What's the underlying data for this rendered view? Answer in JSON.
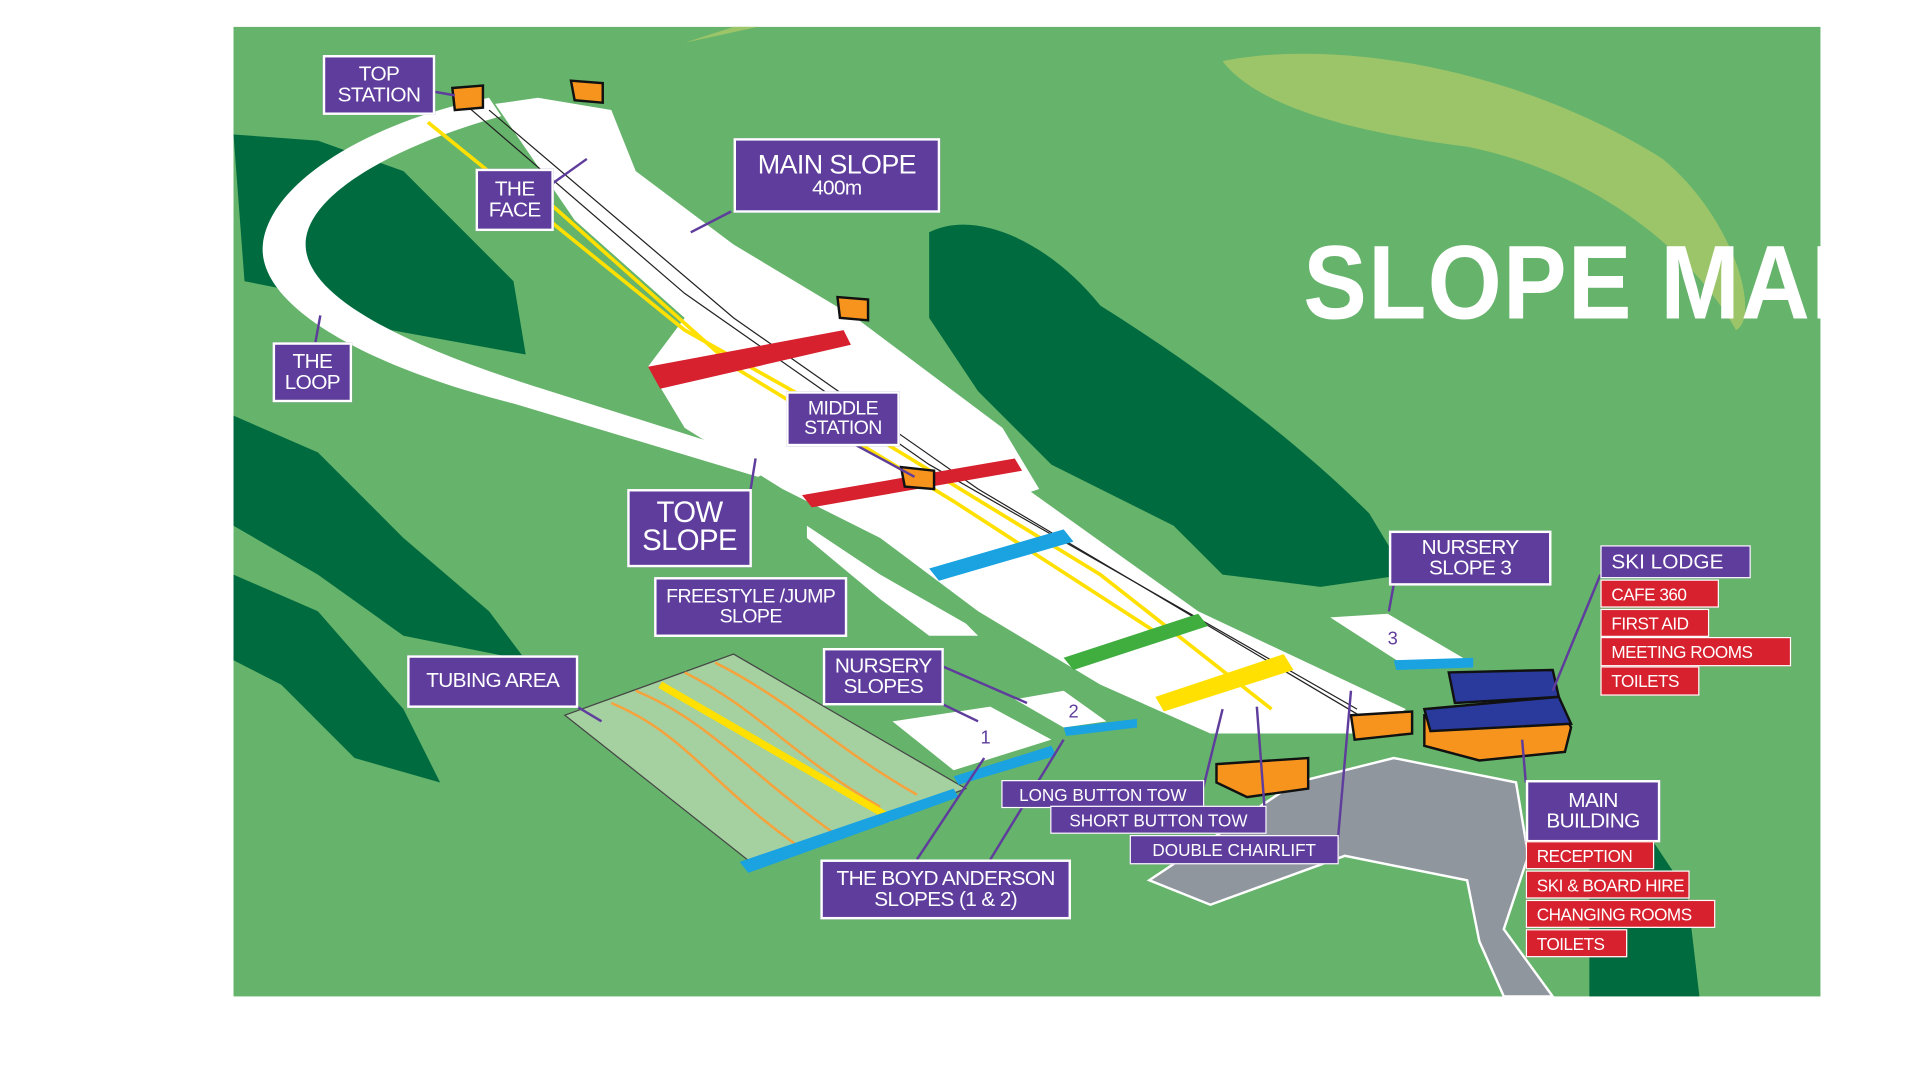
{
  "title": "SLOPE MAP",
  "labels": {
    "top_station": [
      "TOP",
      "STATION"
    ],
    "the_face": [
      "THE",
      "FACE"
    ],
    "main_slope": [
      "MAIN SLOPE",
      "400m"
    ],
    "the_loop": [
      "THE",
      "LOOP"
    ],
    "middle_station": [
      "MIDDLE",
      "STATION"
    ],
    "tow_slope": [
      "TOW",
      "SLOPE"
    ],
    "freestyle": [
      "FREESTYLE /JUMP",
      "SLOPE"
    ],
    "tubing": "TUBING AREA",
    "nursery_slopes": [
      "NURSERY",
      "SLOPES"
    ],
    "nursery_slope_3": [
      "NURSERY",
      "SLOPE 3"
    ],
    "boyd_anderson": [
      "THE BOYD ANDERSON",
      "SLOPES (1 & 2)"
    ],
    "long_button_tow": "LONG BUTTON TOW",
    "short_button_tow": "SHORT BUTTON TOW",
    "double_chairlift": "DOUBLE CHAIRLIFT"
  },
  "slope_numbers": [
    "1",
    "2",
    "3"
  ],
  "ski_lodge": {
    "title": "SKI LODGE",
    "items": [
      "CAFE 360",
      "FIRST AID",
      "MEETING ROOMS",
      "TOILETS"
    ]
  },
  "main_building": {
    "title": [
      "MAIN",
      "BUILDING"
    ],
    "items": [
      "RECEPTION",
      "SKI & BOARD HIRE",
      "CHANGING ROOMS",
      "TOILETS"
    ]
  },
  "colors": {
    "grass": "#66b36b",
    "forest": "#006b3f",
    "label": "#5f3d9c",
    "facility": "#d7212e"
  }
}
